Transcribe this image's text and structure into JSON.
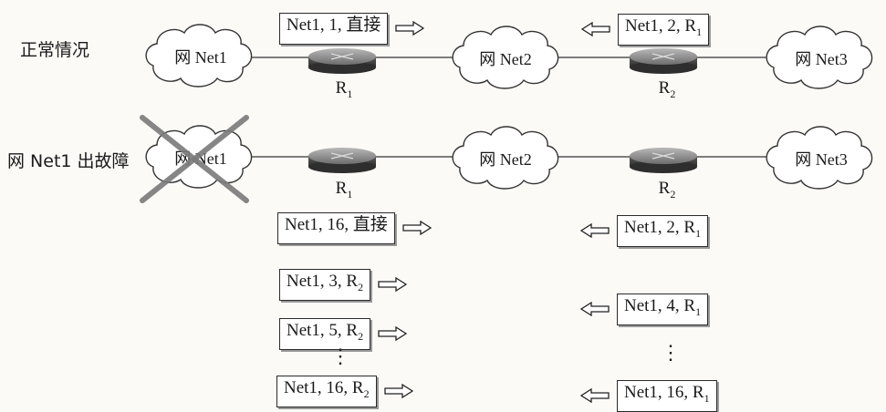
{
  "rows": [
    {
      "side_label": "正常情况",
      "clouds": [
        "网 Net1",
        "网 Net2",
        "网 Net3"
      ],
      "routers": [
        {
          "name": "R",
          "sub": "1"
        },
        {
          "name": "R",
          "sub": "2"
        }
      ],
      "messages": [
        {
          "text": "Net1, 1, 直接",
          "sub": "",
          "direction": "right"
        },
        {
          "text": "Net1, 2, R",
          "sub": "1",
          "direction": "left"
        }
      ]
    },
    {
      "side_label": "网 Net1 出故障",
      "clouds": [
        "网 Net1",
        "网 Net2",
        "网 Net3"
      ],
      "failed_cloud": "网 Net1",
      "routers": [
        {
          "name": "R",
          "sub": "1"
        },
        {
          "name": "R",
          "sub": "2"
        }
      ]
    }
  ],
  "exchange": {
    "from_r1": [
      {
        "text": "Net1, 16, 直接",
        "sub": ""
      },
      {
        "text": "Net1, 3, R",
        "sub": "2"
      },
      {
        "text": "Net1, 5, R",
        "sub": "2"
      },
      {
        "text": "Net1, 16, R",
        "sub": "2"
      }
    ],
    "from_r2": [
      {
        "text": "Net1, 2, R",
        "sub": "1"
      },
      {
        "text": "Net1, 4, R",
        "sub": "1"
      },
      {
        "text": "Net1, 16, R",
        "sub": "1"
      }
    ],
    "ellipsis": "⋮"
  },
  "colors": {
    "line": "#333333",
    "cloud_fill": "#ffffff",
    "router_top": "#8a8a8a",
    "router_body": "#4a4a4a",
    "cross": "#7a7a7a"
  }
}
